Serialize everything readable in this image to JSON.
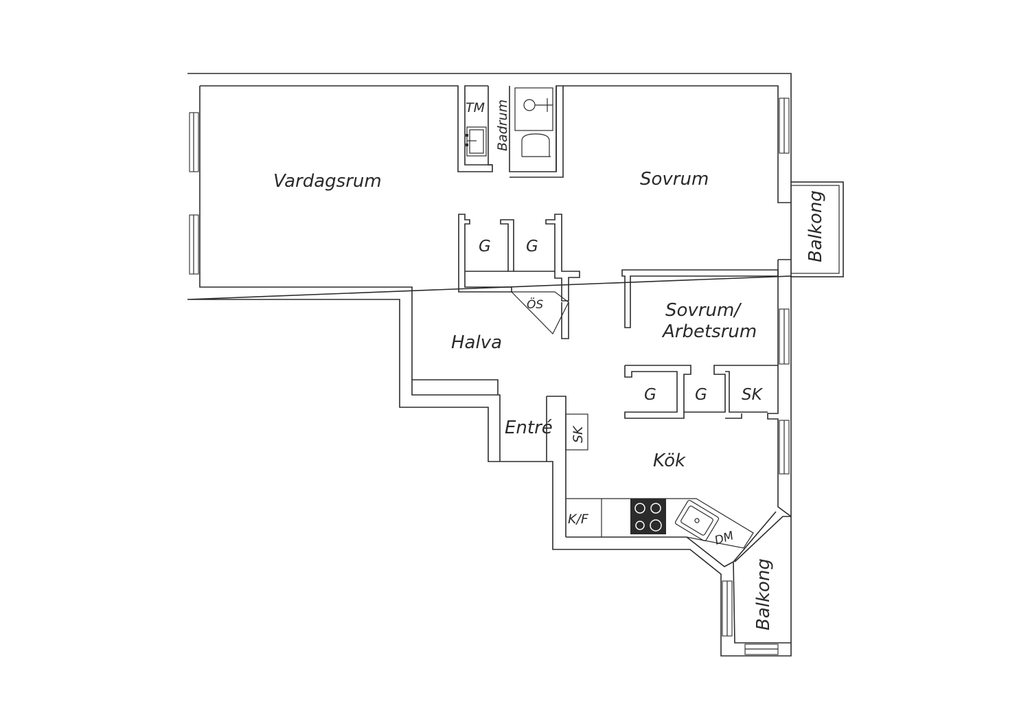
{
  "rooms": {
    "vardagsrum": "Vardagsrum",
    "sovrum": "Sovrum",
    "sovrum_arbetsrum_line1": "Sovrum/",
    "sovrum_arbetsrum_line2": "Arbetsrum",
    "halva": "Halva",
    "entre": "Entré",
    "kok": "Kök",
    "badrum": "Badrum",
    "balkong_upper": "Balkong",
    "balkong_lower": "Balkong"
  },
  "fixtures": {
    "tm": "TM",
    "os": "ÖS",
    "g1": "G",
    "g2": "G",
    "g3": "G",
    "g4": "G",
    "sk_bedroom": "SK",
    "sk_entry": "SK",
    "kf": "K/F",
    "dm": "DM"
  }
}
